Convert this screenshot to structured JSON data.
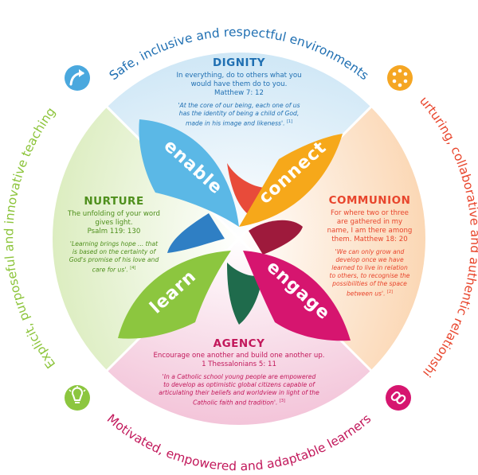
{
  "outer_ring": {
    "top": "Safe, inclusive and respectful environments",
    "right": "Nurturing, collaborative and authentic relationships",
    "bottom": "Motivated, empowered and adaptable learners",
    "left": "Explicit, purposeful and innovative teaching"
  },
  "sections": {
    "dignity": {
      "heading": "DIGNITY",
      "verse": [
        "In everything, do to others what you",
        "would have them do to you.",
        "Matthew 7: 12"
      ],
      "quote": [
        "'At the core of our being, each one of us",
        "has the identity of being a child of God,",
        "made in his image and likeness'."
      ],
      "ref": "[1]"
    },
    "communion": {
      "heading": "COMMUNION",
      "verse": [
        "For where two or three",
        "are gathered in my",
        "name, I am there among",
        "them. Matthew 18: 20"
      ],
      "quote": [
        "'We can only grow and",
        "develop once we have",
        "learned to live in relation",
        "to others, to recognise the",
        "possibilities of the space",
        "between us'."
      ],
      "ref": "[2]"
    },
    "agency": {
      "heading": "AGENCY",
      "verse": [
        "Encourage one another and build one another up.",
        "1 Thessalonians 5: 11"
      ],
      "quote": [
        "'In a Catholic school young people are empowered",
        "to develop as optimistic global citizens capable of",
        "articulating their beliefs and worldview in light of the",
        "Catholic faith and tradition'."
      ],
      "ref": "[3]"
    },
    "nurture": {
      "heading": "NURTURE",
      "verse": [
        "The unfolding of your word",
        "gives light.",
        "Psalm 119: 130"
      ],
      "quote": [
        "'Learning brings hope ... that",
        "is based on the certainty of",
        "God's promise of his love and",
        "care for us'."
      ],
      "ref": "[4]"
    }
  },
  "petals": {
    "enable": "enable",
    "connect": "connect",
    "learn": "learn",
    "engage": "engage"
  },
  "icons": {
    "top_left": "arrow-circle-icon",
    "top_right": "dots-ring-icon",
    "bottom_left": "lightbulb-icon",
    "bottom_right": "link-chain-icon"
  },
  "colors": {
    "dignity": "#2a8fd0",
    "communion": "#e84a2c",
    "agency": "#c2185b",
    "nurture": "#6aaa2a",
    "outer_top": "#1f6fb2",
    "outer_right": "#e8452c",
    "outer_bottom": "#c2185b",
    "outer_left": "#8cc43a",
    "petal_enable": "#5bb8e6",
    "petal_connect": "#f6a81a",
    "petal_learn": "#8cc63f",
    "petal_engage": "#d6156f"
  }
}
